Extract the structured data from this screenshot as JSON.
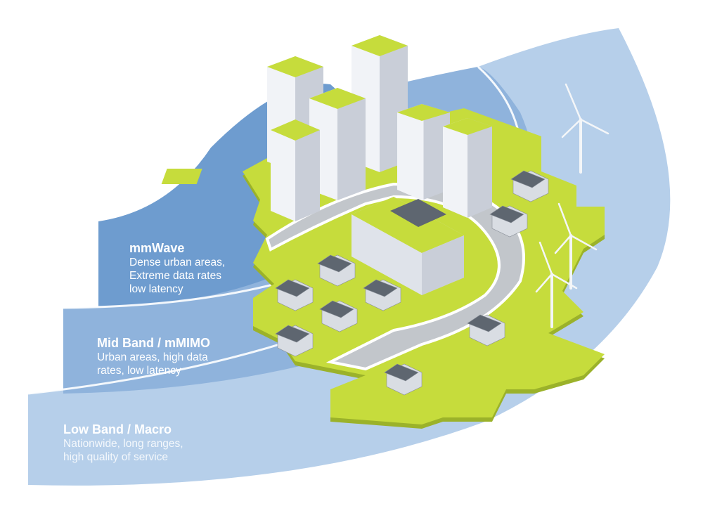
{
  "bands": [
    {
      "title": "mmWave",
      "lines": [
        "Dense urban areas,",
        "Extreme data rates",
        "low latency"
      ],
      "color": "#6e9ccf"
    },
    {
      "title": "Mid Band / mMIMO",
      "lines": [
        "Urban areas, high data",
        "rates, low latency"
      ],
      "color": "#8fb3dc"
    },
    {
      "title": "Low Band / Macro",
      "lines": [
        "Nationwide, long ranges,",
        "high quality of service"
      ],
      "color": "#b6cfea"
    }
  ],
  "colors": {
    "grass": "#c6dc3c",
    "grass_side": "#9bb22a",
    "road": "#aeb3b8",
    "building": "#dfe3ea",
    "roof": "#5e6670"
  }
}
